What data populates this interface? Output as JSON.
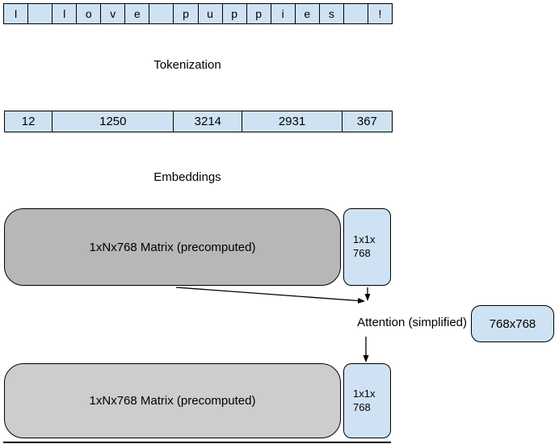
{
  "colors": {
    "cell_blue": "#cfe2f3",
    "matrix_gray_dark": "#b7b7b7",
    "matrix_gray_light": "#cdcdcd",
    "border_black": "#000000"
  },
  "char_row": {
    "cells": [
      "I",
      "",
      "l",
      "o",
      "v",
      "e",
      "",
      "p",
      "u",
      "p",
      "p",
      "i",
      "e",
      "s",
      "",
      "!"
    ]
  },
  "labels": {
    "tokenization": "Tokenization",
    "embeddings": "Embeddings",
    "attention": "Attention (simplified)"
  },
  "token_row": {
    "values": [
      "12",
      "1250",
      "3214",
      "2931",
      "367"
    ]
  },
  "embedding_matrix": {
    "label": "1xNx768 Matrix (precomputed)",
    "vector_line1": "1x1x",
    "vector_line2": "768"
  },
  "attention_weights": {
    "label": "768x768"
  },
  "output_matrix": {
    "label": "1xNx768 Matrix (precomputed)",
    "vector_line1": "1x1x",
    "vector_line2": "768"
  }
}
